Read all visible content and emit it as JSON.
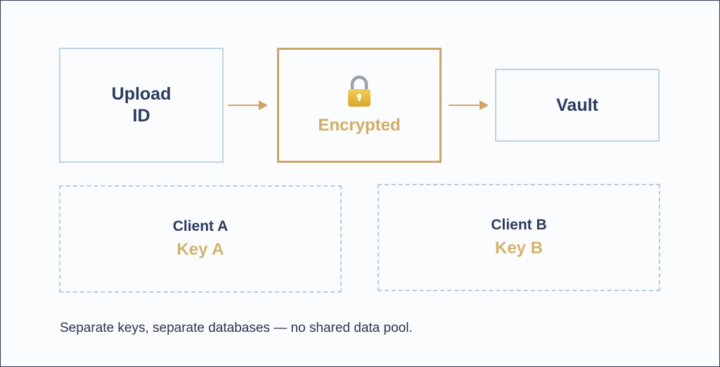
{
  "upload": {
    "line1": "Upload",
    "line2": "ID"
  },
  "encrypted": {
    "label": "Encrypted",
    "icon": "lock-icon"
  },
  "vault": {
    "label": "Vault"
  },
  "client_a": {
    "name": "Client A",
    "key": "Key A"
  },
  "client_b": {
    "name": "Client B",
    "key": "Key B"
  },
  "caption": "Separate keys, separate databases — no shared data pool.",
  "colors": {
    "navy": "#2b3a5e",
    "gold": "#cfa468",
    "light_blue": "#bcd3e2"
  }
}
